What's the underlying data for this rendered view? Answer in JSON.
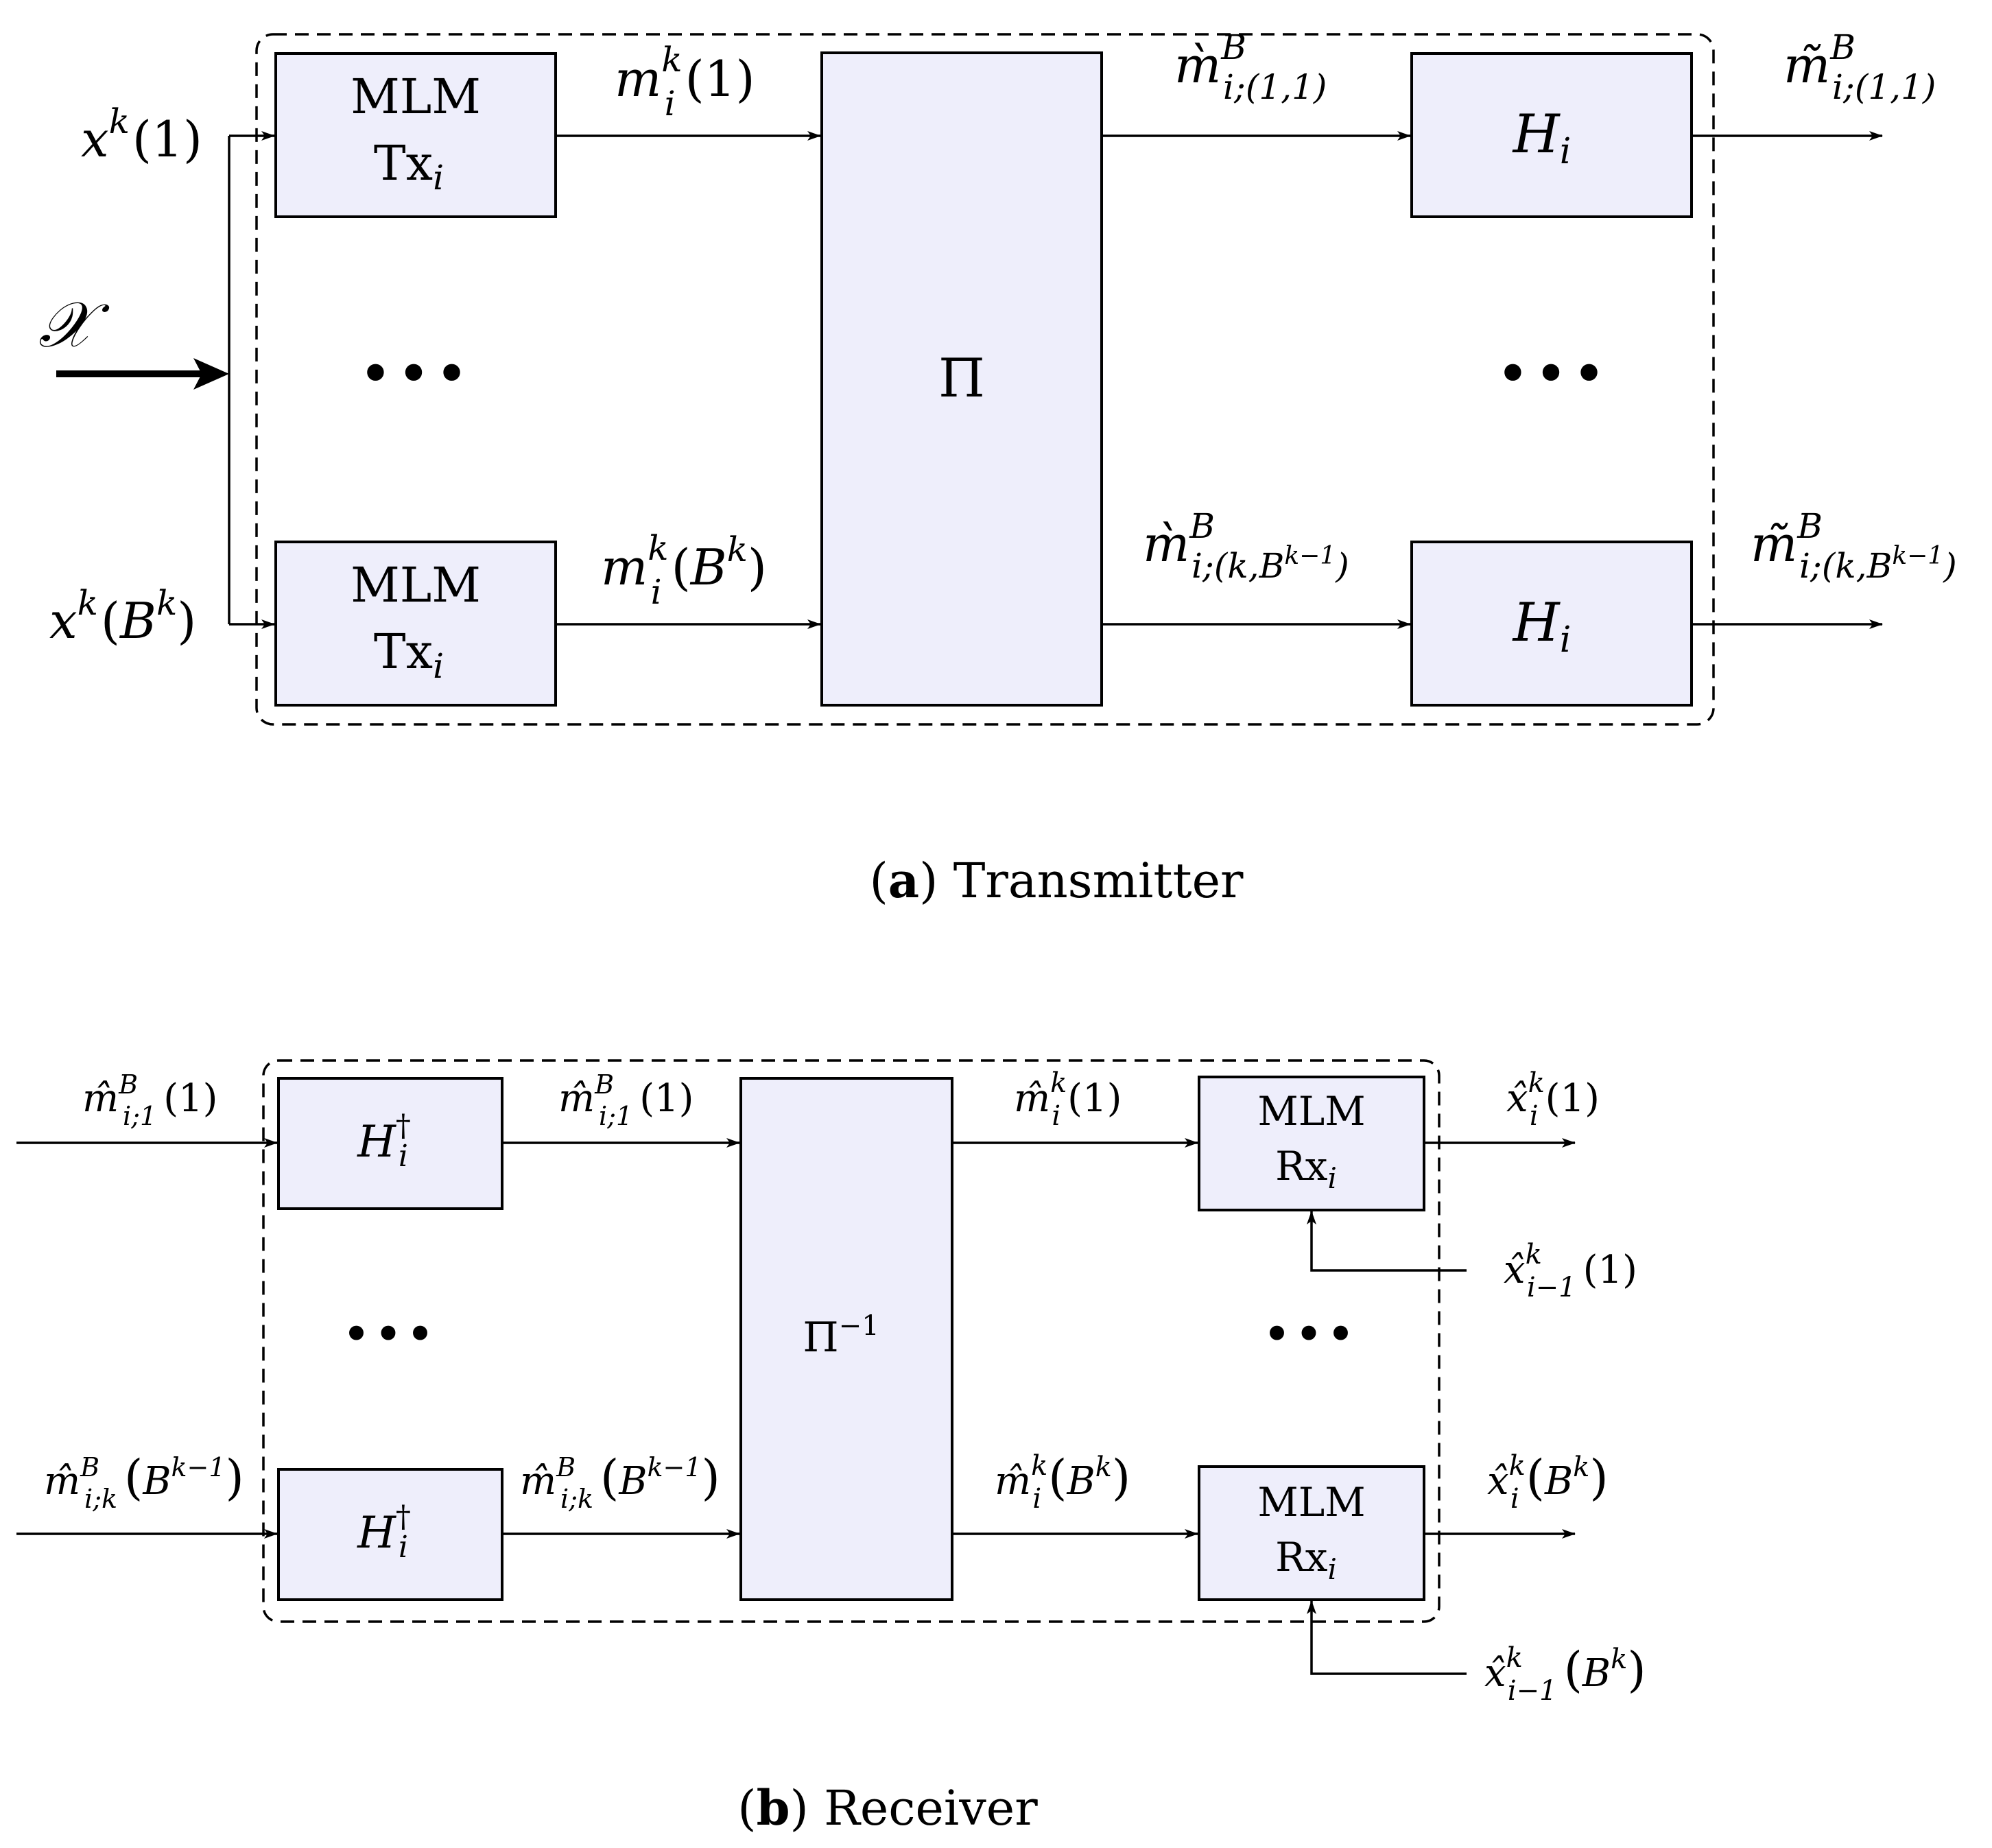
{
  "transmitter": {
    "caption_letter": "a",
    "caption_text": "Transmitter",
    "input_main": "𝒳",
    "input_top": {
      "base": "x",
      "sup": "k",
      "arg": "(1)"
    },
    "input_bottom": {
      "base": "x",
      "sup": "k",
      "arg_open": "(",
      "arg_base": "B",
      "arg_sup": "k",
      "arg_close": ")"
    },
    "block_mlm_line1": "MLM",
    "block_mlm_line2": "Tx",
    "block_mlm_sub": "i",
    "block_perm": "Π",
    "block_h": "H",
    "block_h_sub": "i",
    "sig_m_top": {
      "base": "m",
      "sup": "k",
      "sub": "i",
      "arg": "(1)"
    },
    "sig_m_bottom": {
      "base": "m",
      "sup": "k",
      "sub": "i",
      "arg_open": "(",
      "arg_base": "B",
      "arg_sup": "k",
      "arg_close": ")"
    },
    "sig_mgrave_top": {
      "base": "m̀",
      "sup": "B",
      "sub": "i;(1,1)"
    },
    "sig_mgrave_bottom": {
      "base": "m̀",
      "sup": "B",
      "sub": "i;(k,B",
      "sub_sup": "k−1",
      "sub_close": ")"
    },
    "sig_mtilde_top": {
      "base": "m̃",
      "sup": "B",
      "sub": "i;(1,1)"
    },
    "sig_mtilde_bottom": {
      "base": "m̃",
      "sup": "B",
      "sub": "i;(k,B",
      "sub_sup": "k−1",
      "sub_close": ")"
    },
    "ellipsis": "•••"
  },
  "receiver": {
    "caption_letter": "b",
    "caption_text": "Receiver",
    "block_h": "H",
    "block_h_sup": "†",
    "block_h_sub": "i",
    "block_perm": "Π",
    "block_perm_sup": "−1",
    "block_mlm_line1": "MLM",
    "block_mlm_line2": "Rx",
    "block_mlm_sub": "i",
    "sig_in_top": {
      "base": "m̂̂",
      "sup": "B",
      "sub": "i;1",
      "arg": "(1)"
    },
    "sig_in_bottom": {
      "base": "m̂̂",
      "sup": "B",
      "sub": "i;k",
      "arg_open": "(",
      "arg_base": "B",
      "arg_sup": "k−1",
      "arg_close": ")"
    },
    "sig_mid_top": {
      "base": "m̂̂",
      "sup": "B",
      "sub": "i;1",
      "arg": "(1)"
    },
    "sig_mid_bottom": {
      "base": "m̂̂",
      "sup": "B",
      "sub": "i;k",
      "arg_open": "(",
      "arg_base": "B",
      "arg_sup": "k−1",
      "arg_close": ")"
    },
    "sig_mhat_top": {
      "base": "m̂",
      "sup": "k",
      "sub": "i",
      "arg": "(1)"
    },
    "sig_mhat_bottom": {
      "base": "m̂",
      "sup": "k",
      "sub": "i",
      "arg_open": "(",
      "arg_base": "B",
      "arg_sup": "k",
      "arg_close": ")"
    },
    "sig_out_top": {
      "base": "x̂",
      "sup": "k",
      "sub": "i",
      "arg": "(1)"
    },
    "sig_out_bottom": {
      "base": "x̂",
      "sup": "k",
      "sub": "i",
      "arg_open": "(",
      "arg_base": "B",
      "arg_sup": "k",
      "arg_close": ")"
    },
    "sig_fb_top": {
      "base": "x̂",
      "sup": "k",
      "sub": "i−1",
      "arg": "(1)"
    },
    "sig_fb_bottom": {
      "base": "x̂",
      "sup": "k",
      "sub": "i−1",
      "arg_open": "(",
      "arg_base": "B",
      "arg_sup": "k",
      "arg_close": ")"
    },
    "ellipsis": "•••"
  }
}
